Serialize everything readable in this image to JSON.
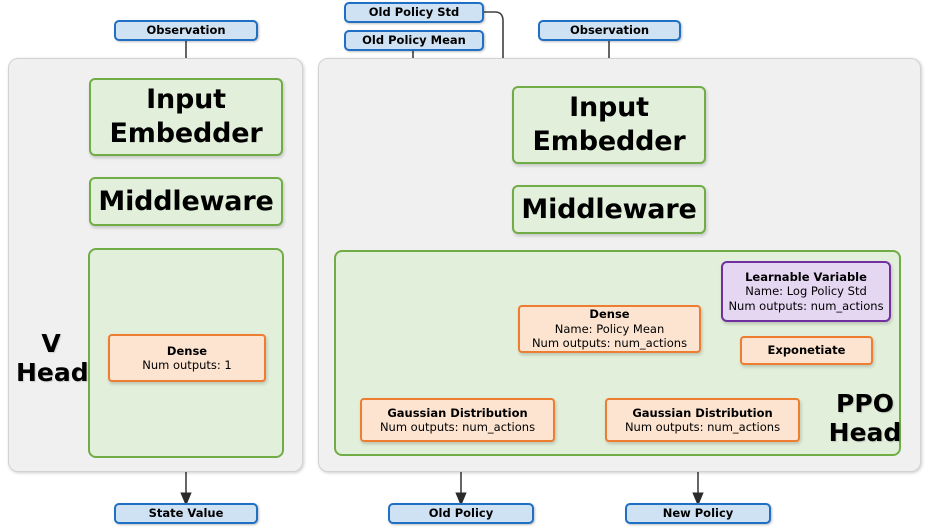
{
  "diagram": {
    "title": "PPO / V Head network architecture",
    "colors": {
      "panel_bg": "#f0f0f0",
      "panel_border": "#d2d2d2",
      "green_fill": "#e2efda",
      "green_border": "#70ad47",
      "orange_fill": "#fce4d0",
      "orange_border": "#ed7d31",
      "purple_fill": "#e5d6f2",
      "purple_border": "#7030a0",
      "blue_fill": "#cfe2f3",
      "blue_border": "#1f6fc4",
      "arrow": "#404040"
    }
  },
  "v_head": {
    "head_label_line1": "V",
    "head_label_line2": "Head",
    "observation_label": "Observation",
    "input_embedder_label": "Input Embedder",
    "middleware_label": "Middleware",
    "dense": {
      "title": "Dense",
      "num_outputs": "Num outputs: 1"
    },
    "output_label": "State Value"
  },
  "ppo_head": {
    "head_label_line1": "PPO",
    "head_label_line2": "Head",
    "observation_label": "Observation",
    "old_policy_std_label": "Old Policy Std",
    "old_policy_mean_label": "Old Policy Mean",
    "input_embedder_label": "Input Embedder",
    "middleware_label": "Middleware",
    "dense": {
      "title": "Dense",
      "name": "Name: Policy Mean",
      "num_outputs": "Num outputs: num_actions"
    },
    "learnable_variable": {
      "title": "Learnable Variable",
      "name": "Name: Log Policy Std",
      "num_outputs": "Num outputs: num_actions"
    },
    "exponetiate_label": "Exponetiate",
    "gaussian_old": {
      "title": "Gaussian Distribution",
      "num_outputs": "Num outputs: num_actions"
    },
    "gaussian_new": {
      "title": "Gaussian Distribution",
      "num_outputs": "Num outputs: num_actions"
    },
    "old_policy_output_label": "Old Policy",
    "new_policy_output_label": "New Policy"
  }
}
